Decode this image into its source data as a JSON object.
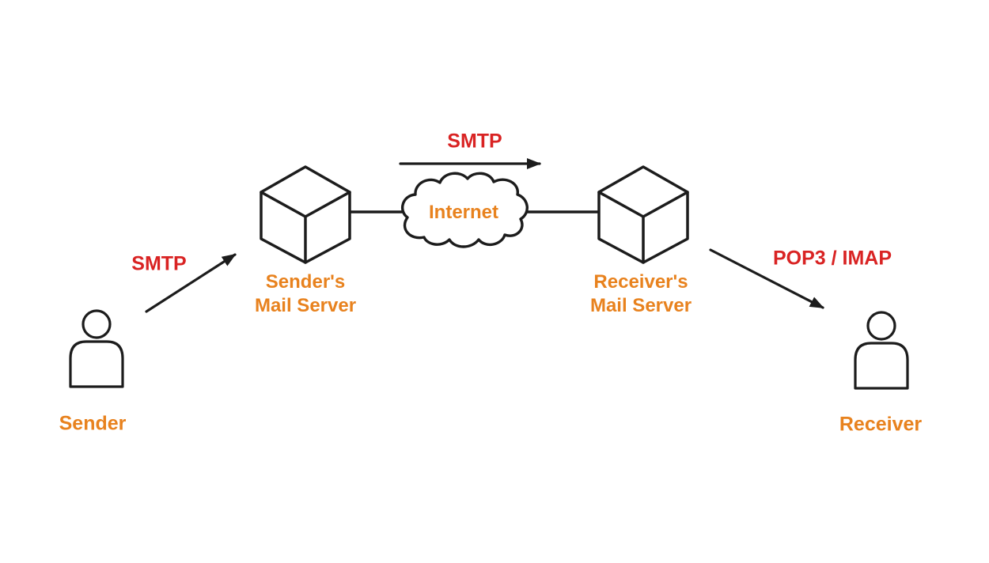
{
  "colors": {
    "orange": "#e8821e",
    "red": "#d92323",
    "line": "#1c1c1c",
    "bg": "#ffffff"
  },
  "diagram": {
    "nodes": {
      "sender": {
        "label": "Sender",
        "icon": "person-icon"
      },
      "sender_mail_server": {
        "label": "Sender's\nMail Server",
        "icon": "server-cube-icon"
      },
      "internet": {
        "label": "Internet",
        "icon": "cloud-icon"
      },
      "receiver_mail_server": {
        "label": "Receiver's\nMail Server",
        "icon": "server-cube-icon"
      },
      "receiver": {
        "label": "Receiver",
        "icon": "person-icon"
      }
    },
    "edges": {
      "sender_to_sender_server": {
        "label": "SMTP",
        "from": "sender",
        "to": "sender_mail_server"
      },
      "server_to_server": {
        "label": "SMTP",
        "from": "sender_mail_server",
        "to": "receiver_mail_server"
      },
      "server_to_receiver": {
        "label": "POP3 / IMAP",
        "from": "receiver_mail_server",
        "to": "receiver"
      }
    }
  }
}
